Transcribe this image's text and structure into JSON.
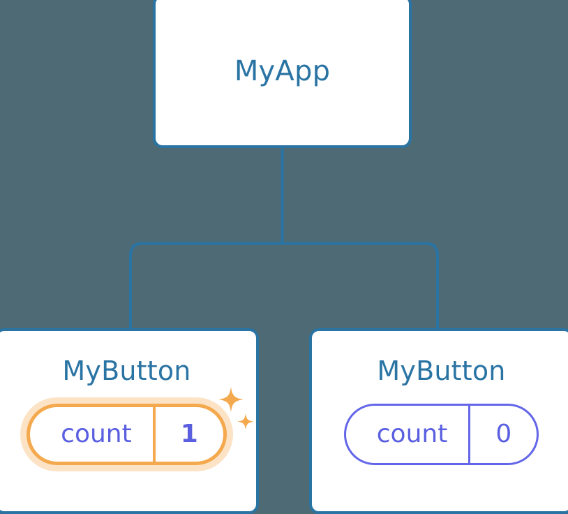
{
  "diagram": {
    "type": "component-tree",
    "background_color": "#4d6a75",
    "edge_color": "#2a74a4",
    "node_border_color": "#2a74a4",
    "title_color": "#2a74a4",
    "state_color": "#5a5fe0",
    "highlight_color": "#f5a94e",
    "nodes": [
      {
        "id": "myapp",
        "label": "MyApp",
        "state": null,
        "highlighted": false
      },
      {
        "id": "mybutton-left",
        "label": "MyButton",
        "state": {
          "key": "count",
          "value": "1"
        },
        "highlighted": true,
        "sparkle_icons": [
          "sparkle-large-icon",
          "sparkle-small-icon"
        ]
      },
      {
        "id": "mybutton-right",
        "label": "MyButton",
        "state": {
          "key": "count",
          "value": "0"
        },
        "highlighted": false
      }
    ],
    "edges": [
      {
        "from": "myapp",
        "to": "mybutton-left"
      },
      {
        "from": "myapp",
        "to": "mybutton-right"
      }
    ]
  }
}
